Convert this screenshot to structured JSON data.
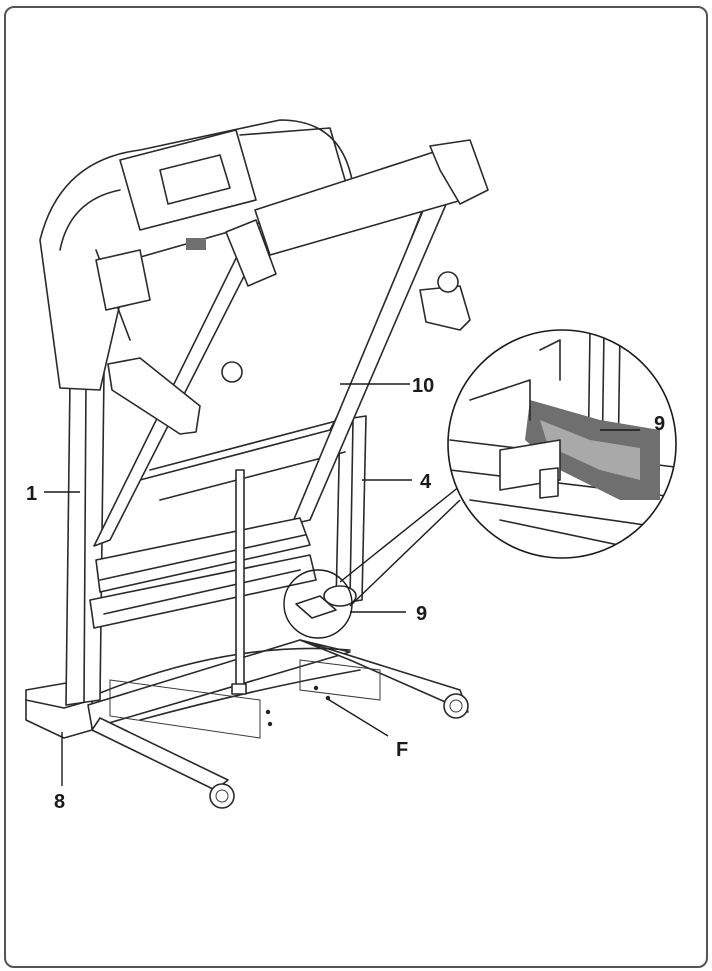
{
  "callouts": {
    "label_1": "1",
    "label_4": "4",
    "label_8": "8",
    "label_9_main": "9",
    "label_9_zoom": "9",
    "label_10": "10",
    "label_F": "F"
  }
}
